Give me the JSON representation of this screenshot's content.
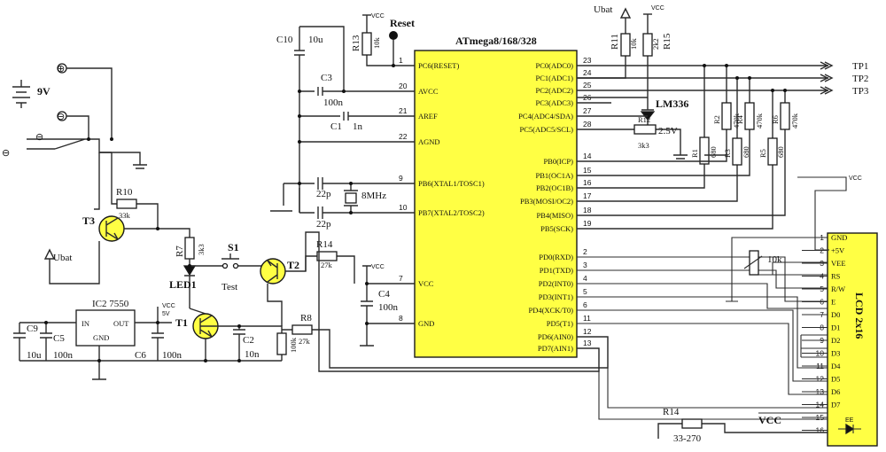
{
  "mcu": {
    "name": "ATmega8/168/328",
    "left_pins": [
      {
        "num": "1",
        "name": "PC6(RESET)"
      },
      {
        "num": "20",
        "name": "AVCC"
      },
      {
        "num": "21",
        "name": "AREF"
      },
      {
        "num": "22",
        "name": "AGND"
      },
      {
        "num": "9",
        "name": "PB6(XTAL1/TOSC1)"
      },
      {
        "num": "10",
        "name": "PB7(XTAL2/TOSC2)"
      },
      {
        "num": "7",
        "name": "VCC"
      },
      {
        "num": "8",
        "name": "GND"
      }
    ],
    "right_pins": [
      {
        "num": "23",
        "name": "PC0(ADC0)"
      },
      {
        "num": "24",
        "name": "PC1(ADC1)"
      },
      {
        "num": "25",
        "name": "PC2(ADC2)"
      },
      {
        "num": "26",
        "name": "PC3(ADC3)"
      },
      {
        "num": "27",
        "name": "PC4(ADC4/SDA)"
      },
      {
        "num": "28",
        "name": "PC5(ADC5/SCL)"
      },
      {
        "num": "14",
        "name": "PB0(ICP)"
      },
      {
        "num": "15",
        "name": "PB1(OC1A)"
      },
      {
        "num": "16",
        "name": "PB2(OC1B)"
      },
      {
        "num": "17",
        "name": "PB3(MOSI/OC2)"
      },
      {
        "num": "18",
        "name": "PB4(MISO)"
      },
      {
        "num": "19",
        "name": "PB5(SCK)"
      },
      {
        "num": "2",
        "name": "PD0(RXD)"
      },
      {
        "num": "3",
        "name": "PD1(TXD)"
      },
      {
        "num": "4",
        "name": "PD2(INT0)"
      },
      {
        "num": "5",
        "name": "PD3(INT1)"
      },
      {
        "num": "6",
        "name": "PD4(XCK/T0)"
      },
      {
        "num": "11",
        "name": "PD5(T1)"
      },
      {
        "num": "12",
        "name": "PD6(AIN0)"
      },
      {
        "num": "13",
        "name": "PD7(AIN1)"
      }
    ]
  },
  "lcd": {
    "name": "LCD 2x16",
    "pins": [
      {
        "num": "1",
        "name": "GND"
      },
      {
        "num": "2",
        "name": "+5V"
      },
      {
        "num": "3",
        "name": "VEE"
      },
      {
        "num": "4",
        "name": "RS"
      },
      {
        "num": "5",
        "name": "R/W"
      },
      {
        "num": "6",
        "name": "E"
      },
      {
        "num": "7",
        "name": "D0"
      },
      {
        "num": "8",
        "name": "D1"
      },
      {
        "num": "9",
        "name": "D2"
      },
      {
        "num": "10",
        "name": "D3"
      },
      {
        "num": "11",
        "name": "D4"
      },
      {
        "num": "12",
        "name": "D5"
      },
      {
        "num": "13",
        "name": "D6"
      },
      {
        "num": "14",
        "name": "D7"
      },
      {
        "num": "15",
        "name": ""
      },
      {
        "num": "16",
        "name": ""
      }
    ],
    "backlight": "EE"
  },
  "test_points": [
    "TP1",
    "TP2",
    "TP3"
  ],
  "labels": {
    "vcc": "VCC",
    "ubat": "Ubat",
    "reset": "Reset",
    "battery": "9V",
    "plus": "⊕",
    "minus": "⊖",
    "regulator": "IC2 7550",
    "reg_in": "IN",
    "reg_out": "OUT",
    "reg_gnd": "GND",
    "five_v": "5V",
    "switch": "S1",
    "test": "Test",
    "led": "LED1",
    "lm336": "LM336",
    "lm336_v": "2.5V",
    "t1": "T1",
    "t2": "T2",
    "t3": "T3",
    "crystal": "8MHz",
    "pot": "10k",
    "lcd_vcc": "VCC"
  },
  "components": {
    "C10": {
      "ref": "C10",
      "value": "10u"
    },
    "C3": {
      "ref": "C3",
      "value": "100n"
    },
    "C1": {
      "ref": "C1",
      "value": "1n"
    },
    "C22a": {
      "value": "22p"
    },
    "C22b": {
      "value": "22p"
    },
    "C4": {
      "ref": "C4",
      "value": "100n"
    },
    "C9": {
      "ref": "C9",
      "value": "10u"
    },
    "C5": {
      "ref": "C5",
      "value": "100n"
    },
    "C6": {
      "ref": "C6",
      "value": "100n"
    },
    "C2": {
      "ref": "C2",
      "value": "10n"
    },
    "R13": {
      "ref": "R13",
      "value": "10k"
    },
    "R11": {
      "ref": "R11",
      "value": "10k"
    },
    "R15": {
      "ref": "R15",
      "value": "2k2"
    },
    "R12": {
      "ref": "R12",
      "value": "3k3"
    },
    "R10": {
      "ref": "R10",
      "value": "33k"
    },
    "R7": {
      "ref": "R7",
      "value": "3k3"
    },
    "R14a": {
      "ref": "R14",
      "value": "27k"
    },
    "R8": {
      "ref": "R8",
      "value": "27k"
    },
    "R9": {
      "value": "100k"
    },
    "R1": {
      "ref": "R1",
      "value": "680"
    },
    "R2": {
      "ref": "R2",
      "value": "470k"
    },
    "R3": {
      "ref": "R3",
      "value": "680"
    },
    "R4": {
      "ref": "R4",
      "value": "470k"
    },
    "R5": {
      "ref": "R5",
      "value": "680"
    },
    "R6": {
      "ref": "R6",
      "value": "470k"
    },
    "R14b": {
      "ref": "R14",
      "value": "33-270"
    }
  }
}
